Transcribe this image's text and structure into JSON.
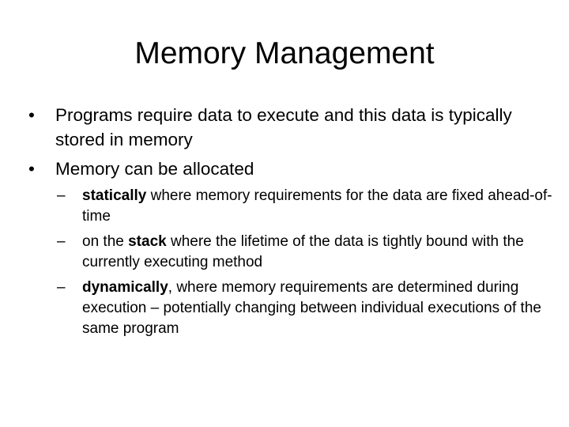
{
  "slide": {
    "title": "Memory Management",
    "bullets": [
      {
        "marker": "•",
        "text": "Programs require data to execute and this data is typically stored in memory"
      },
      {
        "marker": "•",
        "text": "Memory can be allocated"
      }
    ],
    "sub_bullets": [
      {
        "marker": "–",
        "emphasis": "statically",
        "rest": " where memory requirements for the data are fixed ahead-of-time"
      },
      {
        "marker": "–",
        "prefix": "on the ",
        "emphasis": "stack",
        "rest": " where the lifetime of the data is tightly bound with the currently executing method"
      },
      {
        "marker": "–",
        "emphasis": "dynamically",
        "rest": ", where memory requirements are determined during execution – potentially changing between individual executions of the same program"
      }
    ]
  }
}
